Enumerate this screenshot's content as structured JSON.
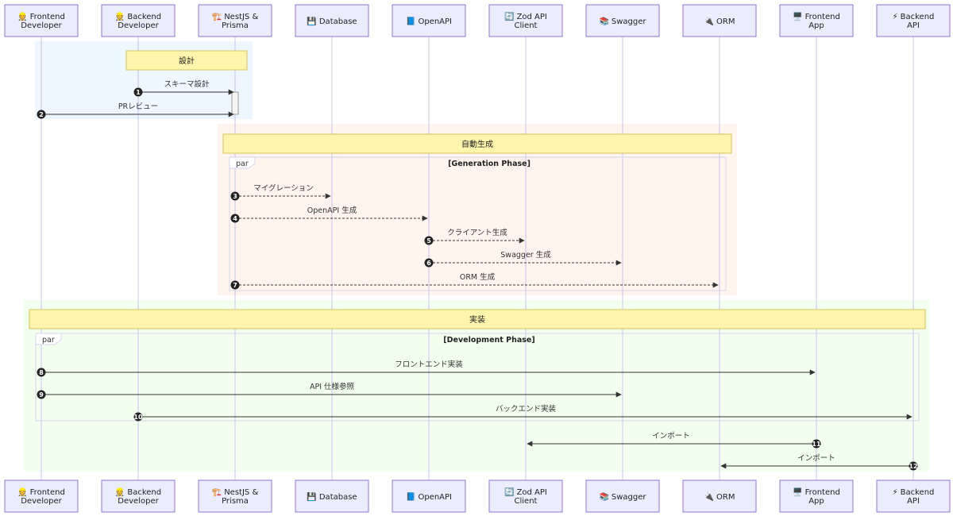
{
  "actors": [
    {
      "id": "FE",
      "icon": "👷",
      "lines": [
        "Frontend",
        "Developer"
      ]
    },
    {
      "id": "BE",
      "icon": "👷",
      "lines": [
        "Backend",
        "Developer"
      ]
    },
    {
      "id": "NP",
      "icon": "🏗️",
      "lines": [
        "NestJS &",
        "Prisma"
      ]
    },
    {
      "id": "DB",
      "icon": "💾",
      "lines": [
        "Database"
      ]
    },
    {
      "id": "OA",
      "icon": "📘",
      "lines": [
        "OpenAPI"
      ]
    },
    {
      "id": "ZC",
      "icon": "🔄",
      "lines": [
        "Zod API",
        "Client"
      ]
    },
    {
      "id": "SW",
      "icon": "📚",
      "lines": [
        "Swagger"
      ]
    },
    {
      "id": "OR",
      "icon": "🔌",
      "lines": [
        "ORM"
      ]
    },
    {
      "id": "FA",
      "icon": "🖥️",
      "lines": [
        "Frontend",
        "App"
      ]
    },
    {
      "id": "BA",
      "icon": "⚡",
      "lines": [
        "Backend",
        "API"
      ]
    }
  ],
  "sections": [
    {
      "id": "design",
      "note": "設計",
      "color": "#EEF6FF"
    },
    {
      "id": "autogen",
      "note": "自動生成",
      "color": "#FFF5EE"
    },
    {
      "id": "impl",
      "note": "実装",
      "color": "#F2FFEE"
    }
  ],
  "frames": [
    {
      "id": "gen",
      "tag": "par",
      "title": "[Generation Phase]"
    },
    {
      "id": "dev",
      "tag": "par",
      "title": "[Development Phase]"
    }
  ],
  "messages": [
    {
      "n": "1",
      "from": "BE",
      "to": "NP",
      "label": "スキーマ設計",
      "dashed": false
    },
    {
      "n": "2",
      "from": "FE",
      "to": "NP",
      "label": "PRレビュー",
      "dashed": false
    },
    {
      "n": "3",
      "from": "NP",
      "to": "DB",
      "label": "マイグレーション",
      "dashed": true
    },
    {
      "n": "4",
      "from": "NP",
      "to": "OA",
      "label": "OpenAPI 生成",
      "dashed": true
    },
    {
      "n": "5",
      "from": "OA",
      "to": "ZC",
      "label": "クライアント生成",
      "dashed": true
    },
    {
      "n": "6",
      "from": "OA",
      "to": "SW",
      "label": "Swagger 生成",
      "dashed": true
    },
    {
      "n": "7",
      "from": "NP",
      "to": "OR",
      "label": "ORM 生成",
      "dashed": true
    },
    {
      "n": "8",
      "from": "FE",
      "to": "FA",
      "label": "フロントエンド実装",
      "dashed": false
    },
    {
      "n": "9",
      "from": "FE",
      "to": "SW",
      "label": "API 仕様参照",
      "dashed": false
    },
    {
      "n": "10",
      "from": "BE",
      "to": "BA",
      "label": "バックエンド実装",
      "dashed": false
    },
    {
      "n": "11",
      "from": "FA",
      "to": "ZC",
      "label": "インポート",
      "dashed": false
    },
    {
      "n": "12",
      "from": "BA",
      "to": "OR",
      "label": "インポート",
      "dashed": false
    }
  ]
}
